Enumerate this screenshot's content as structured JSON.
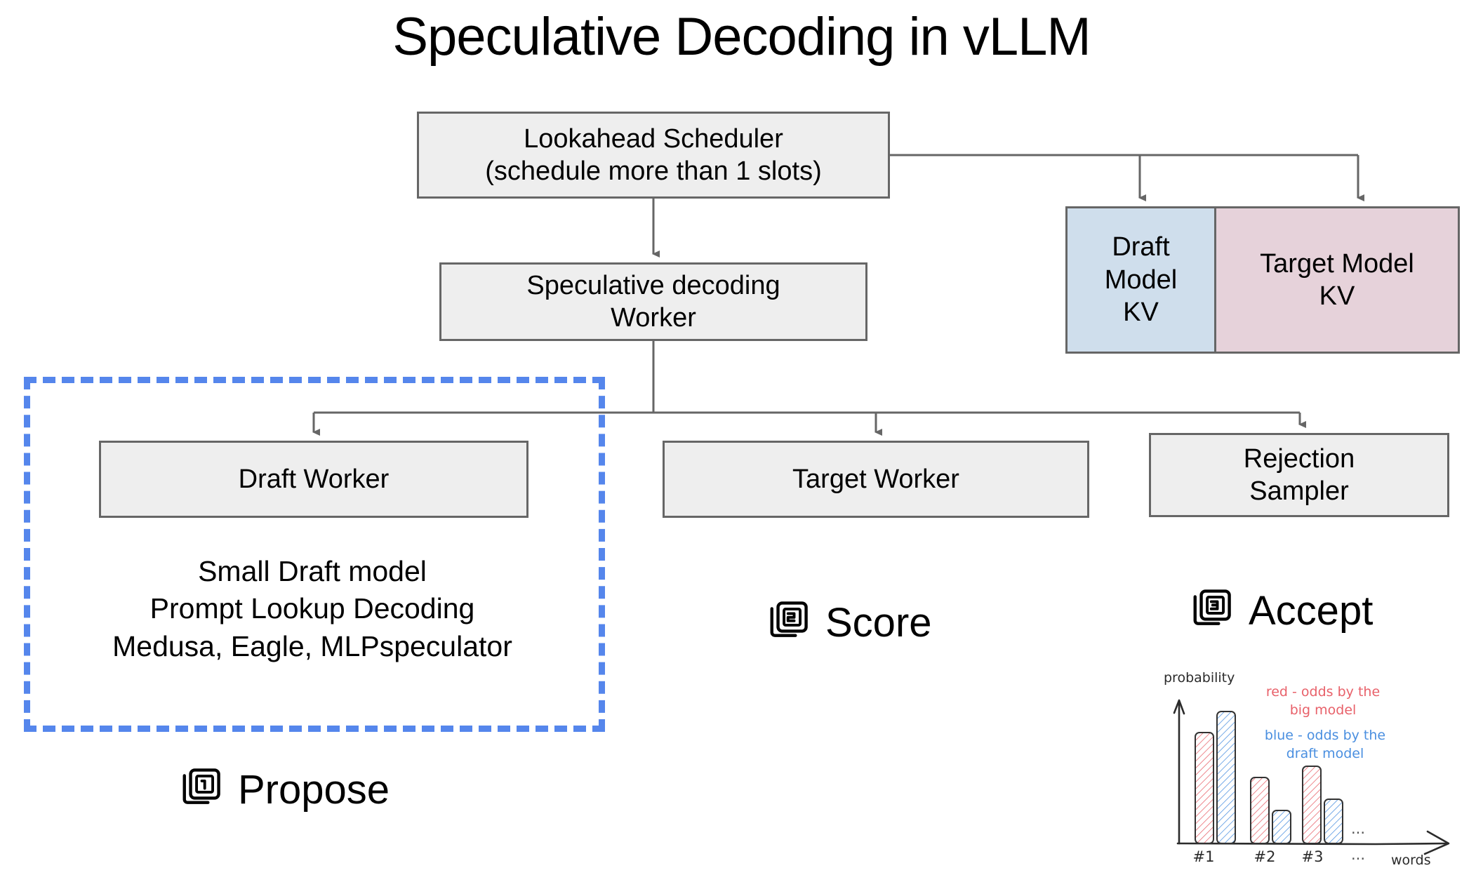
{
  "page": {
    "title": "Speculative Decoding in vLLM",
    "background": "#ffffff"
  },
  "colors": {
    "box_fill": "#eeeeee",
    "box_border": "#666666",
    "draft_kv_fill": "#cfdeec",
    "target_kv_fill": "#e6d2da",
    "dashed_highlight": "#5586ec",
    "sketch_red": "#e8616a",
    "sketch_blue": "#4a8fe0",
    "sketch_ink": "#2b2b2b"
  },
  "nodes": {
    "scheduler": {
      "line1": "Lookahead Scheduler",
      "line2": "(schedule more than 1 slots)"
    },
    "spec_worker": {
      "line1": "Speculative decoding",
      "line2": "Worker"
    },
    "draft_worker": {
      "label": "Draft Worker"
    },
    "target_worker": {
      "label": "Target Worker"
    },
    "rejection_sampler": {
      "line1": "Rejection",
      "line2": "Sampler"
    },
    "draft_kv": {
      "line1": "Draft",
      "line2": "Model",
      "line3": "KV"
    },
    "target_kv": {
      "line1": "Target Model",
      "line2": "KV"
    }
  },
  "draft_worker_methods": {
    "line1": "Small Draft model",
    "line2": "Prompt Lookup Decoding",
    "line3": "Medusa, Eagle, MLPspeculator"
  },
  "steps": [
    {
      "number": "1",
      "label": "Propose",
      "icon": "looks-one-icon"
    },
    {
      "number": "2",
      "label": "Score",
      "icon": "looks-two-icon"
    },
    {
      "number": "3",
      "label": "Accept",
      "icon": "looks-three-icon"
    }
  ],
  "chart_data": {
    "type": "bar",
    "title": "",
    "xlabel": "words",
    "ylabel": "probability",
    "categories": [
      "#1",
      "#2",
      "#3",
      "..."
    ],
    "series": [
      {
        "name": "red - odds by the big model",
        "color": "#e8616a",
        "values": [
          0.8,
          0.48,
          0.56,
          null
        ]
      },
      {
        "name": "blue - odds by the draft model",
        "color": "#4a8fe0",
        "values": [
          0.96,
          0.24,
          0.32,
          null
        ]
      }
    ],
    "legend": [
      {
        "text_line1": "red - odds by the",
        "text_line2": "big model",
        "color": "#e8616a"
      },
      {
        "text_line1": "blue - odds by the",
        "text_line2": "draft model",
        "color": "#4a8fe0"
      }
    ],
    "ylim": [
      0,
      1
    ],
    "grid": false,
    "legend_position": "top-right",
    "axis_style": "hand-drawn-arrows",
    "ellipsis_marks": [
      "...",
      "..."
    ]
  }
}
